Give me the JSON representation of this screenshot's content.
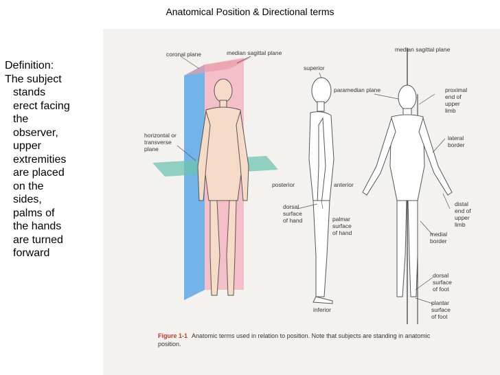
{
  "slide": {
    "title": "Anatomical Position & Directional terms",
    "definition_heading": "Definition:",
    "definition_lines": [
      "The subject",
      "stands",
      "erect facing",
      "the",
      "observer,",
      "upper",
      "extremities",
      "are placed",
      "on the",
      "sides,",
      "palms of",
      "the hands",
      "are turned",
      "forward"
    ]
  },
  "figure": {
    "labels": {
      "coronal_plane": "coronal plane",
      "median_sagittal_plane_left": "median sagittal plane",
      "horizontal_plane_1": "horizontal or",
      "horizontal_plane_2": "transverse",
      "horizontal_plane_3": "plane",
      "superior": "superior",
      "posterior": "posterior",
      "anterior": "anterior",
      "dorsal_1": "dorsal",
      "dorsal_2": "surface",
      "dorsal_3": "of hand",
      "palmar_1": "palmar",
      "palmar_2": "surface",
      "palmar_3": "of hand",
      "inferior": "inferior",
      "median_sagittal_plane_right": "median sagittal plane",
      "paramedian_plane": "paramedian plane",
      "proximal_1": "proximal",
      "proximal_2": "end of",
      "proximal_3": "upper",
      "proximal_4": "limb",
      "lateral_1": "lateral",
      "lateral_2": "border",
      "distal_1": "distal",
      "distal_2": "end of",
      "distal_3": "upper",
      "distal_4": "limb",
      "medial_1": "medial",
      "medial_2": "border",
      "dorsal_foot_1": "dorsal",
      "dorsal_foot_2": "surface",
      "dorsal_foot_3": "of foot",
      "plantar_1": "plantar",
      "plantar_2": "surface",
      "plantar_3": "of foot"
    },
    "caption_label": "Figure 1-1",
    "caption_text": "Anatomic terms used in relation to position. Note that subjects are standing in anatomic position."
  },
  "colors": {
    "coronal": "#5aa9e6",
    "sagittal": "#f4b6c2",
    "horizontal": "#6fc3b2"
  }
}
